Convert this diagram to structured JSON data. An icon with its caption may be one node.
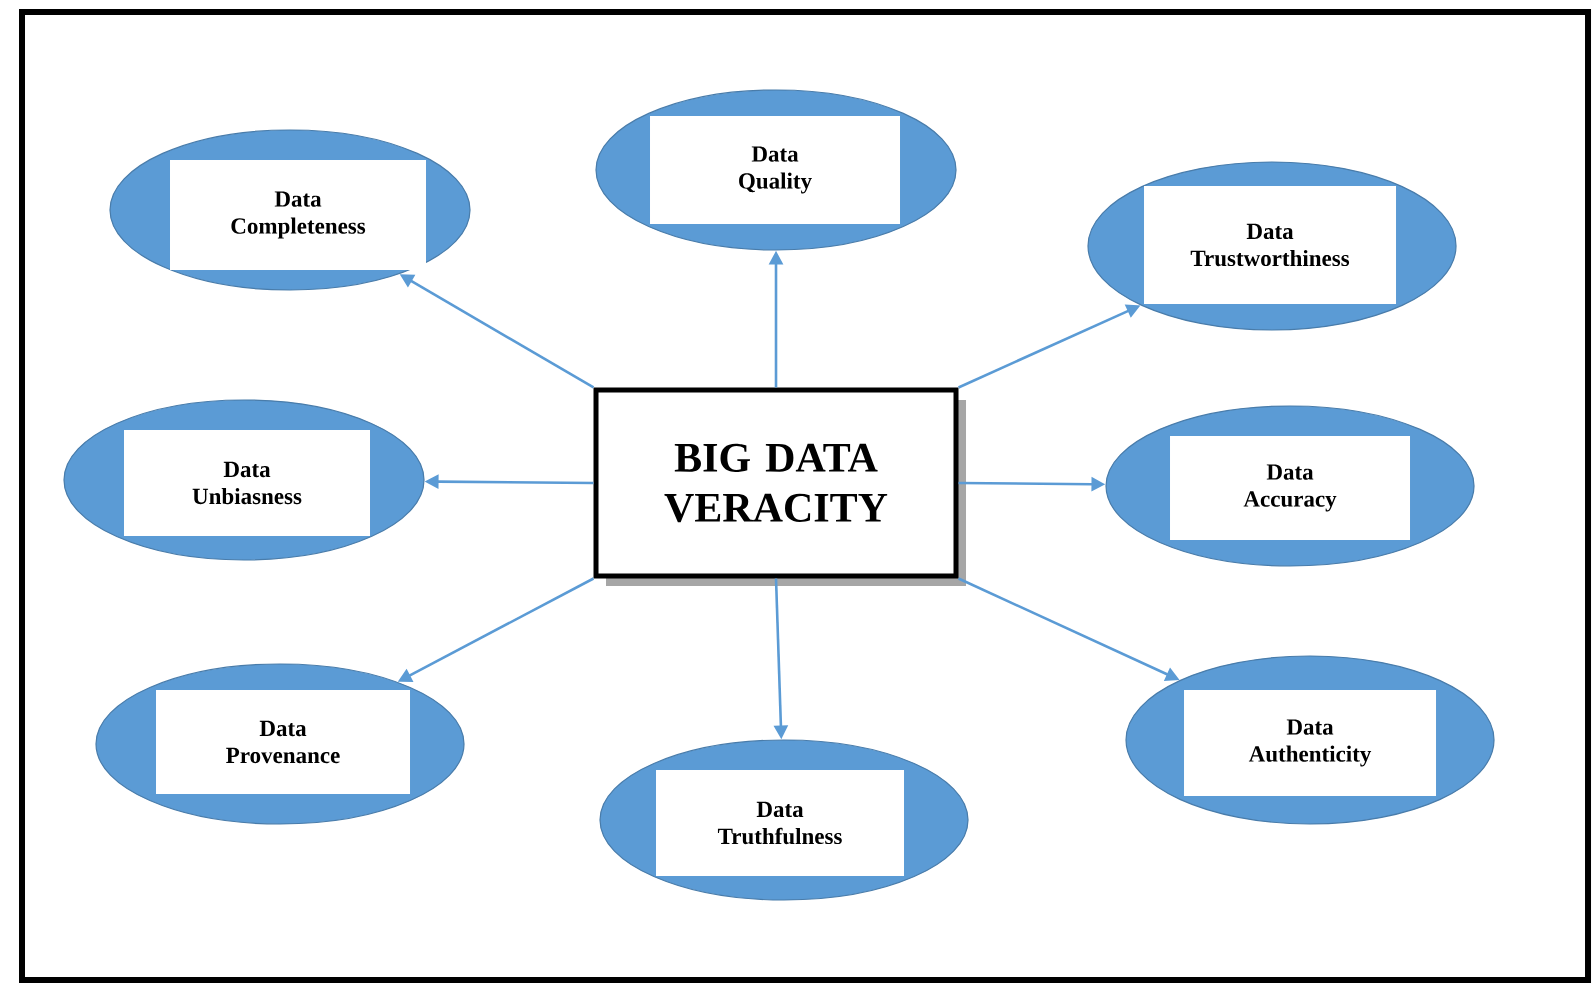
{
  "diagram": {
    "nodes": [
      {
        "text": [
          "BIG DATA VERACITY"
        ]
      },
      {
        "text": [
          "Data Completeness"
        ]
      },
      {
        "text": [
          "Data Quality"
        ]
      },
      {
        "text": [
          "Data Trustworthiness"
        ]
      },
      {
        "text": [
          "Data Unbiasness"
        ]
      },
      {
        "text": [
          "Data Accuracy"
        ]
      },
      {
        "text": [
          "Data Provenance"
        ]
      },
      {
        "text": [
          "Data Truthfulness"
        ]
      },
      {
        "text": [
          "Data Authenticity"
        ]
      }
    ],
    "edges": [
      {
        "from": 0,
        "to": 1,
        "arrow": "to"
      },
      {
        "from": 0,
        "to": 2,
        "arrow": "to"
      },
      {
        "from": 0,
        "to": 3,
        "arrow": "to"
      },
      {
        "from": 0,
        "to": 4,
        "arrow": "to"
      },
      {
        "from": 0,
        "to": 5,
        "arrow": "to"
      },
      {
        "from": 0,
        "to": 6,
        "arrow": "to"
      },
      {
        "from": 0,
        "to": 7,
        "arrow": "to"
      },
      {
        "from": 0,
        "to": 8,
        "arrow": "to"
      }
    ]
  }
}
